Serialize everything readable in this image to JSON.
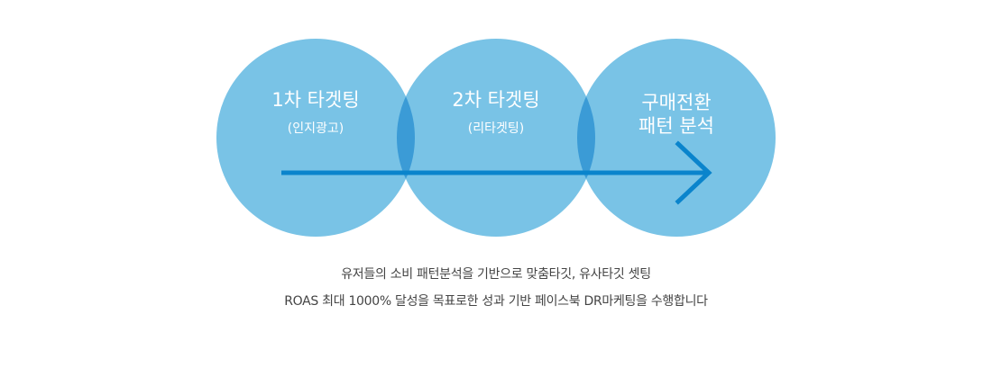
{
  "colors": {
    "circle": "#79c3e6",
    "overlap": "#3b9bd6",
    "arrow": "#0a84cc",
    "text": "#444444"
  },
  "stages": [
    {
      "title_lines": [
        "1차 타겟팅"
      ],
      "subtitle": "(인지광고)"
    },
    {
      "title_lines": [
        "2차 타겟팅"
      ],
      "subtitle": "(리타겟팅)"
    },
    {
      "title_lines": [
        "구매전환",
        "패턴 분석"
      ],
      "subtitle": ""
    }
  ],
  "description": {
    "line1": "유저들의 소비 패턴분석을 기반으로 맞춤타깃, 유사타깃 셋팅",
    "line2": "ROAS 최대 1000% 달성을 목표로한 성과 기반 페이스북 DR마케팅을 수행합니다"
  }
}
